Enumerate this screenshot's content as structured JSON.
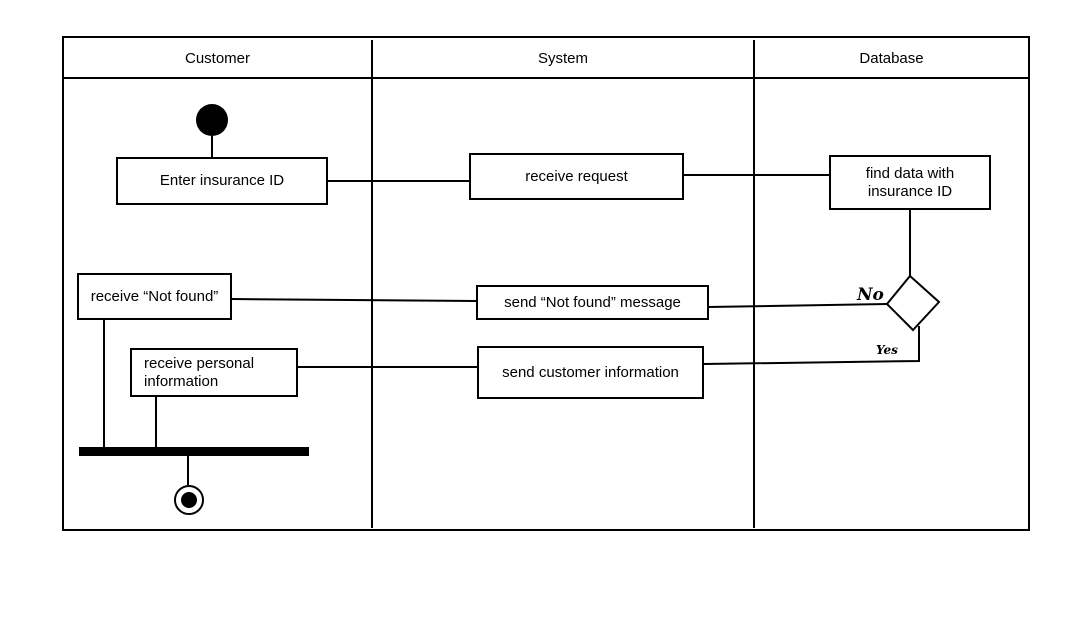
{
  "lanes": {
    "customer": "Customer",
    "system": "System",
    "database": "Database"
  },
  "nodes": {
    "enter_id": "Enter insurance ID",
    "receive_request": "receive request",
    "find_data": "find data with\ninsurance ID",
    "receive_not_found": "receive “Not found”",
    "send_not_found": "send “Not found” message",
    "receive_personal": "receive personal\ninformation",
    "send_customer_info": "send customer information"
  },
  "guards": {
    "no": "No",
    "yes": "Yes"
  }
}
